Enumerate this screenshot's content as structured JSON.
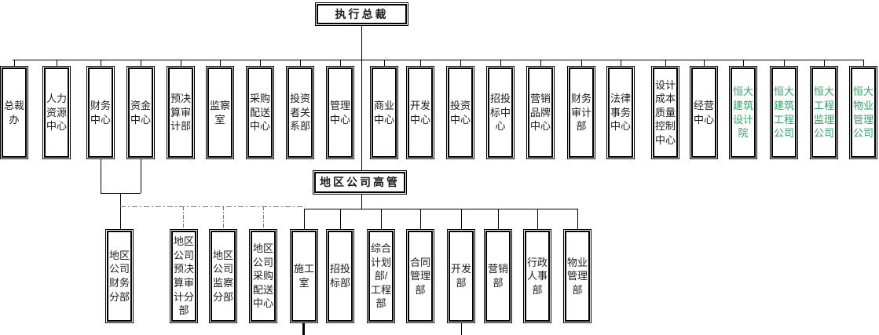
{
  "org": {
    "root": {
      "label": "执行总裁"
    },
    "hq_departments": [
      {
        "label": "总裁办",
        "type": "department"
      },
      {
        "label": "人力资源中心",
        "type": "department"
      },
      {
        "label": "财务中心",
        "type": "department"
      },
      {
        "label": "资金中心",
        "type": "department"
      },
      {
        "label": "预决算审计部",
        "type": "department"
      },
      {
        "label": "监察室",
        "type": "department"
      },
      {
        "label": "采购配送中心",
        "type": "department"
      },
      {
        "label": "投资者关系部",
        "type": "department"
      },
      {
        "label": "管理中心",
        "type": "department"
      },
      {
        "label": "商业中心",
        "type": "department"
      },
      {
        "label": "开发中心",
        "type": "department"
      },
      {
        "label": "投资中心",
        "type": "department"
      },
      {
        "label": "招投标中心",
        "type": "department"
      },
      {
        "label": "营销品牌中心",
        "type": "department"
      },
      {
        "label": "财务审计部",
        "type": "department"
      },
      {
        "label": "法律事务中心",
        "type": "department"
      },
      {
        "label": "设计成本质量控制中心",
        "type": "department"
      },
      {
        "label": "经营中心",
        "type": "department"
      },
      {
        "label": "恒大建筑设计院",
        "type": "subsidiary"
      },
      {
        "label": "恒大建筑工程公司",
        "type": "subsidiary"
      },
      {
        "label": "恒大工程监理公司",
        "type": "subsidiary"
      },
      {
        "label": "恒大物业管理公司",
        "type": "subsidiary"
      }
    ],
    "regional_exec": {
      "label": "地区公司高管"
    },
    "regional_departments": [
      {
        "label": "地区公司财务分部"
      },
      {
        "label": "地区公司预决算审计分部"
      },
      {
        "label": "地区公司监察分部"
      },
      {
        "label": "地区公司采购配送中心"
      },
      {
        "label": "施工室"
      },
      {
        "label": "招投标部"
      },
      {
        "label": "综合计划部/工程部"
      },
      {
        "label": "合同管理部"
      },
      {
        "label": "开发部"
      },
      {
        "label": "营销部"
      },
      {
        "label": "行政人事部"
      },
      {
        "label": "物业管理部"
      }
    ],
    "links": {
      "solid_functional_link": {
        "from": [
          "财务中心",
          "资金中心"
        ],
        "to": "地区公司财务分部"
      },
      "dashed_functional_links": {
        "from": [
          "财务中心",
          "资金中心"
        ],
        "to": [
          "地区公司预决算审计分部",
          "地区公司监察分部",
          "地区公司采购配送中心"
        ]
      },
      "regional_exec_reports_to": "执行总裁",
      "regional_exec_manages": [
        "施工室",
        "招投标部",
        "综合计划部/工程部",
        "合同管理部",
        "开发部",
        "营销部",
        "行政人事部",
        "物业管理部"
      ]
    }
  },
  "colors": {
    "connector": "#000000",
    "dashed_connector": "#5b7f99",
    "subsidiary_text": "#2fa566",
    "text": "#1c1c1c",
    "background": "#ffffff"
  }
}
